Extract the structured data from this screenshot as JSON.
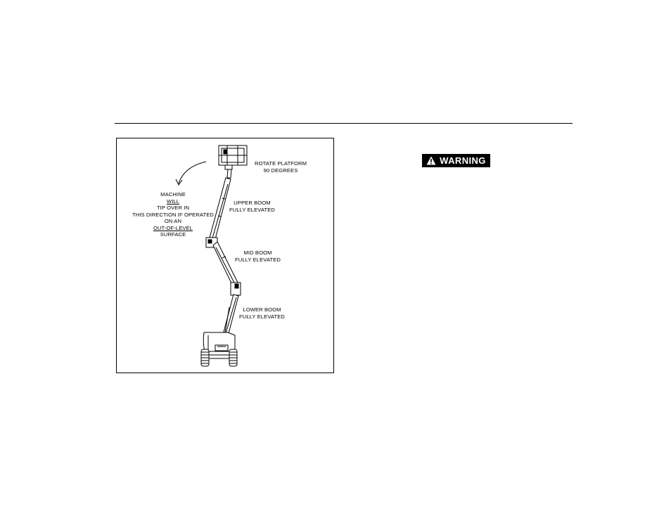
{
  "figure": {
    "labels": {
      "rotate_line1": "ROTATE PLATFORM",
      "rotate_line2": "90 DEGREES",
      "tip_line1_a": "MACHINE ",
      "tip_line1_u": "WILL",
      "tip_line1_b": " TIP OVER IN",
      "tip_line2": "THIS DIRECTION IF OPERATED",
      "tip_line3_a": "ON AN ",
      "tip_line3_u": "OUT-OF-LEVEL",
      "tip_line3_b": " SURFACE",
      "upper_line1": "UPPER BOOM",
      "upper_line2": "FULLY ELEVATED",
      "mid_line1": "MID BOOM",
      "mid_line2": "FULLY ELEVATED",
      "lower_line1": "LOWER BOOM",
      "lower_line2": "FULLY ELEVATED"
    }
  },
  "warning": {
    "label": "WARNING",
    "icon": "warning-triangle-icon"
  }
}
